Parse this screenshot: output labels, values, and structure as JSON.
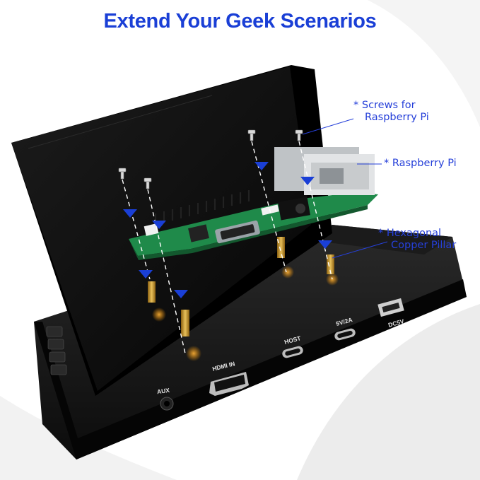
{
  "headline": "Extend Your Geek Scenarios",
  "callouts": {
    "screws_line1": "* Screws for",
    "screws_line2": "Raspberry Pi",
    "raspberry_pi": "* Raspberry Pi",
    "pillar_line1": "* Hexagonal",
    "pillar_line2": "Copper Pillar"
  },
  "ports": {
    "aux": "AUX",
    "hdmi_in": "HDMI IN",
    "host": "HOST",
    "power_5v2a": "5V/2A",
    "dc5v": "DC5V"
  },
  "colors": {
    "accent_blue": "#1a3fd6",
    "callout_blue": "#2640d9",
    "device_black": "#111111",
    "pcb_green": "#1f8a4a",
    "copper": "#c89a2a"
  }
}
